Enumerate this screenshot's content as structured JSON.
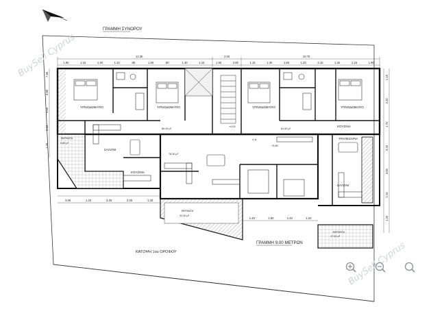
{
  "watermark": {
    "text": "BuySell Cyprus"
  },
  "labels": {
    "road_top": "ΓΡΑΜΜΗ ΣΥΝΟΡΟΥ",
    "road_bottom": "ΓΡΑΜΜΗ 9.00 ΜΕΤΡΩΝ",
    "plan_title": "ΚΑΤΟΨΗ 1ου ΟΡΟΦΟΥ"
  },
  "dimensions": {
    "top_totals": [
      "12.35",
      "2.60",
      "10.75"
    ],
    "top_segments": [
      "1.90",
      "1.15",
      "1.40",
      "1.10",
      ".80",
      "1.80",
      ".80",
      "1.40",
      "1.15",
      "1.90",
      "2.60",
      "1.15",
      "1.40",
      "1.60",
      "1.20",
      "2.15",
      "1.40",
      "1.15",
      "1.90"
    ],
    "bottom_segments": [
      "3.05",
      "1.20",
      "3.25",
      "3.25",
      "1.20",
      "1.40",
      "1.80",
      "1.40",
      "1.20"
    ],
    "left_right": [
      "1.15",
      "3.20",
      "1.70",
      "3.20",
      "3.65",
      "2.10",
      "1.20",
      "7.85",
      "3.90",
      "3.65",
      "2.10",
      "1.20"
    ]
  },
  "rooms": [
    {
      "label": "ΥΠΝΟΔΩΜΑΤΙΟ"
    },
    {
      "label": "ΥΠΝΟΔΩΜΑΤΙΟ"
    },
    {
      "label": "ΥΠΝΟΔΩΜΑΤΙΟ"
    },
    {
      "label": "ΥΠΝΟΔΩΜΑΤΙΟ"
    },
    {
      "label": "ΣΑΛΟΝΙ"
    },
    {
      "label": "ΚΟΥΖΙΝΑ"
    },
    {
      "label": "ΤΡΑΠΕΖΑΡΙΑ"
    },
    {
      "label": "ΣΑΛΟΝΙ"
    },
    {
      "label": "ΚΟΥΖΙΝΑ"
    },
    {
      "label": "ΒΕΡΑΝΤΑ"
    },
    {
      "label": "ΒΕΡΑΝΤΑ"
    },
    {
      "label": "ΒΕΡΑΝΤΑ"
    },
    {
      "label": "Χ.Α."
    }
  ],
  "areas": [
    "80.49 μ²",
    "78.30 μ²",
    "81.60 μ²",
    "22.00 μ²",
    "17.00 μ²",
    "9.80 μ²"
  ],
  "levels": [
    "+4.00",
    "+3.85"
  ],
  "toolbar": {
    "zoom_in_icon": "zoom-in-icon",
    "zoom_out_icon": "zoom-out-icon",
    "search_icon": "search-icon"
  }
}
